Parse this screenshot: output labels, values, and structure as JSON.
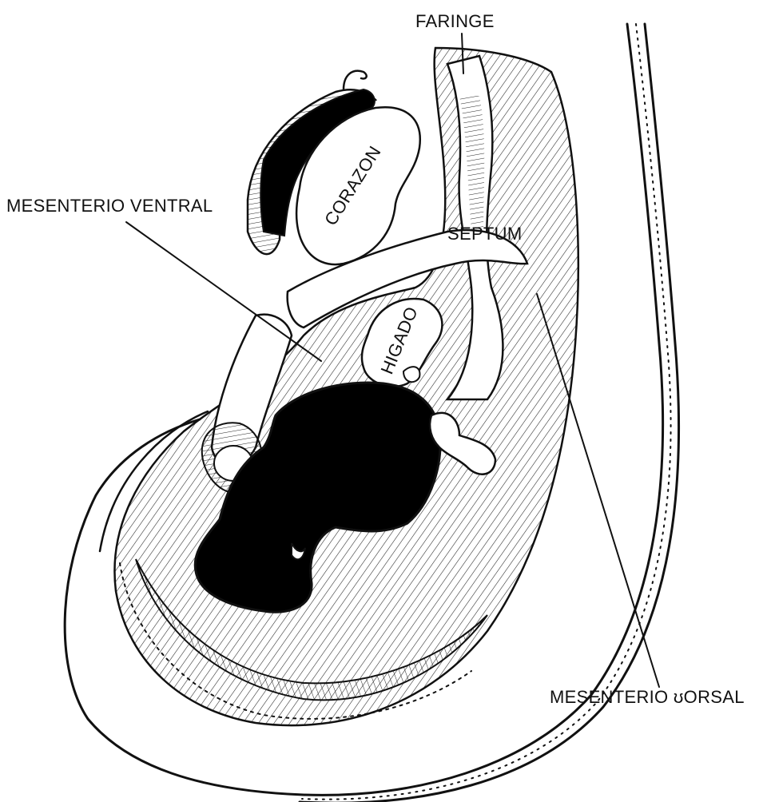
{
  "figure": {
    "labels": {
      "faringe": "FARINGE",
      "corazon": "CORAZON",
      "mesenterio_ventral": "MESENTERIO VENTRAL",
      "septum": "SEPTUM",
      "higado": "HIGADO",
      "mesenterio_dorsal": "MESENTERIO ʊORSAL"
    },
    "colors": {
      "ink": "#111111",
      "paper": "#ffffff",
      "fill_dark": "#000000"
    }
  }
}
